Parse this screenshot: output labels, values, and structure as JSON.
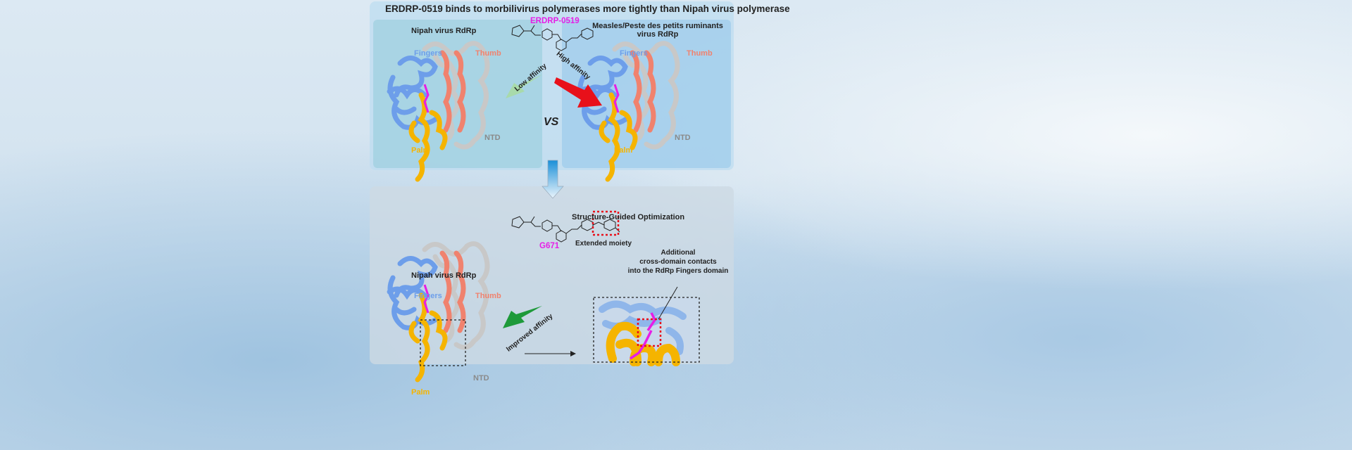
{
  "title": "ERDRP-0519 binds to morbilivirus polymerases more tightly than Nipah virus polymerase",
  "top": {
    "compound": "ERDRP-0519",
    "left_title": "Nipah virus RdRp",
    "right_title_line1": "Measles/Peste des petits ruminants",
    "right_title_line2": "virus RdRp",
    "low_affinity": "Low affinity",
    "high_affinity": "High affinity",
    "vs": "VS",
    "domains": {
      "fingers": "Fingers",
      "thumb": "Thumb",
      "ntd": "NTD",
      "palm": "Palm"
    }
  },
  "arrow_label": "Structure-Guided Optimization",
  "bottom": {
    "compound": "G671",
    "extended_moiety": "Extended moiety",
    "title": "Nipah virus RdRp",
    "improved_affinity": "Improved affinity",
    "callout_line1": "Additional",
    "callout_line2": "cross-domain contacts",
    "callout_line3": "into the RdRp Fingers domain",
    "domains": {
      "fingers": "Fingers",
      "thumb": "Thumb",
      "ntd": "NTD",
      "palm": "Palm"
    }
  },
  "colors": {
    "fingers": "#6d9eea",
    "thumb": "#f0826e",
    "ntd": "#bdbdbd",
    "palm": "#f5b400",
    "ligand": "#e61ee6",
    "high": "#e8101a",
    "low": "#a8dba0",
    "improved": "#1e9a3a"
  }
}
